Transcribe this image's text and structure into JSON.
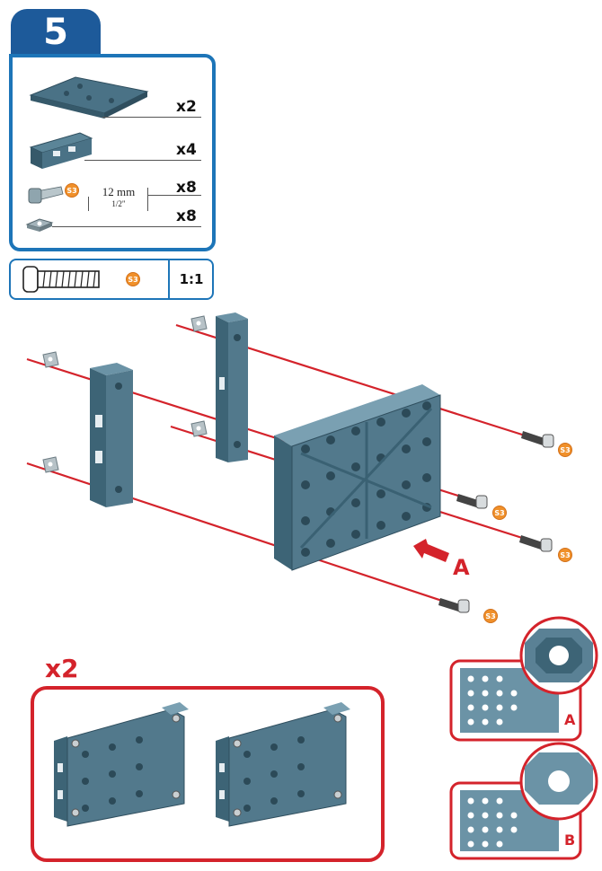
{
  "step": {
    "number": "5"
  },
  "parts": {
    "plate_qty": "x2",
    "bracket_qty": "x4",
    "screw_qty": "x8",
    "nut_qty": "x8",
    "screw_badge": "S3",
    "screw_length_mm": "12 mm",
    "screw_length_in": "1/2\""
  },
  "scale": {
    "badge": "S3",
    "ratio": "1:1"
  },
  "assembly": {
    "badge": "S3",
    "arrow_label": "A"
  },
  "result": {
    "multiplier": "x2"
  },
  "details": {
    "a_label": "A",
    "b_label": "B"
  },
  "colors": {
    "step_blue": "#1d5a9a",
    "frame_blue": "#1d75b8",
    "accent_red": "#d4232b",
    "badge_orange": "#f0902a",
    "part_steel": "#4a7286"
  }
}
